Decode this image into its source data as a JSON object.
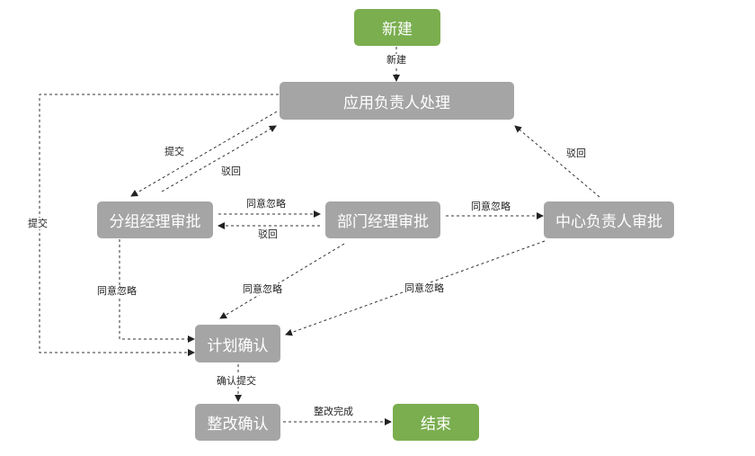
{
  "nodes": {
    "new": {
      "label": "新建",
      "color": "#7aae4f"
    },
    "app_owner": {
      "label": "应用负责人处理",
      "color": "#a5a5a5"
    },
    "group_mgr": {
      "label": "分组经理审批",
      "color": "#a5a5a5"
    },
    "dept_mgr": {
      "label": "部门经理审批",
      "color": "#a5a5a5"
    },
    "center_owner": {
      "label": "中心负责人审批",
      "color": "#a5a5a5"
    },
    "plan_confirm": {
      "label": "计划确认",
      "color": "#a5a5a5"
    },
    "rectify_confirm": {
      "label": "整改确认",
      "color": "#a5a5a5"
    },
    "end": {
      "label": "结束",
      "color": "#7aae4f"
    }
  },
  "edges": {
    "new_to_app": "新建",
    "app_to_group": "提交",
    "group_to_app": "驳回",
    "center_to_app": "驳回",
    "app_to_plan": "提交",
    "group_to_dept": "同意忽略",
    "dept_to_group": "驳回",
    "dept_to_center": "同意忽略",
    "group_to_plan": "同意忽略",
    "dept_to_plan": "同意忽略",
    "center_to_plan": "同意忽略",
    "plan_to_rectify": "确认提交",
    "rectify_to_end": "整改完成"
  }
}
